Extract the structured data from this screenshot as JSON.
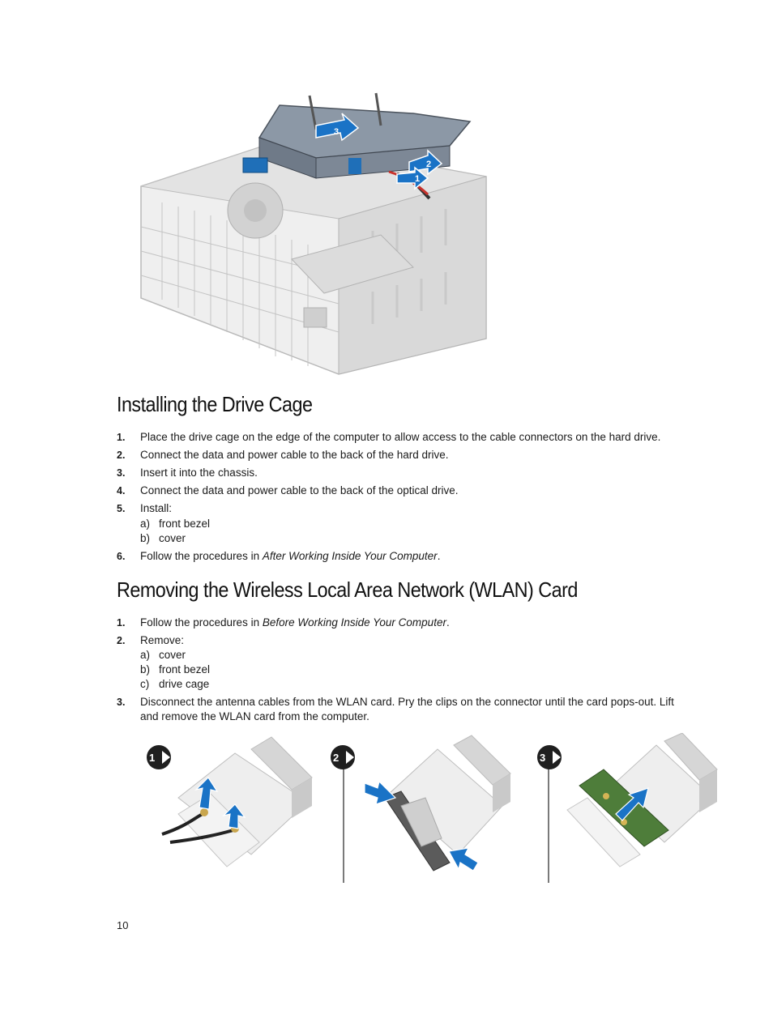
{
  "section1": {
    "title": "Installing the Drive Cage",
    "steps": [
      {
        "num": "1.",
        "text": "Place the drive cage on the edge of the computer to allow access to the cable connectors on the hard drive."
      },
      {
        "num": "2.",
        "text": "Connect the data and power cable to the back of the hard drive."
      },
      {
        "num": "3.",
        "text": "Insert it into the chassis."
      },
      {
        "num": "4.",
        "text": "Connect the data and power cable to the back of the optical drive."
      },
      {
        "num": "5.",
        "text": "Install:"
      },
      {
        "num": "6.",
        "text_before": "Follow the procedures in ",
        "italic": "After Working Inside Your Computer",
        "text_after": "."
      }
    ],
    "install_items": [
      {
        "label": "a)",
        "text": "front bezel"
      },
      {
        "label": "b)",
        "text": "cover"
      }
    ]
  },
  "section2": {
    "title": "Removing the Wireless Local Area Network (WLAN) Card",
    "steps": [
      {
        "num": "1.",
        "text_before": "Follow the procedures in ",
        "italic": "Before Working Inside Your Computer",
        "text_after": "."
      },
      {
        "num": "2.",
        "text": "Remove:"
      },
      {
        "num": "3.",
        "text": "Disconnect the antenna cables from the WLAN card. Pry the clips on the connector until the card pops-out. Lift and remove the WLAN card from the computer."
      }
    ],
    "remove_items": [
      {
        "label": "a)",
        "text": "cover"
      },
      {
        "label": "b)",
        "text": "front bezel"
      },
      {
        "label": "c)",
        "text": "drive cage"
      }
    ]
  },
  "figure_top": {
    "callouts": [
      "1",
      "2",
      "3"
    ]
  },
  "figure_bottom": {
    "panel_badges": [
      "1",
      "2",
      "3"
    ]
  },
  "page_number": "10",
  "colors": {
    "arrow_blue": "#1a73c6",
    "badge_dark": "#1f1f1f"
  }
}
